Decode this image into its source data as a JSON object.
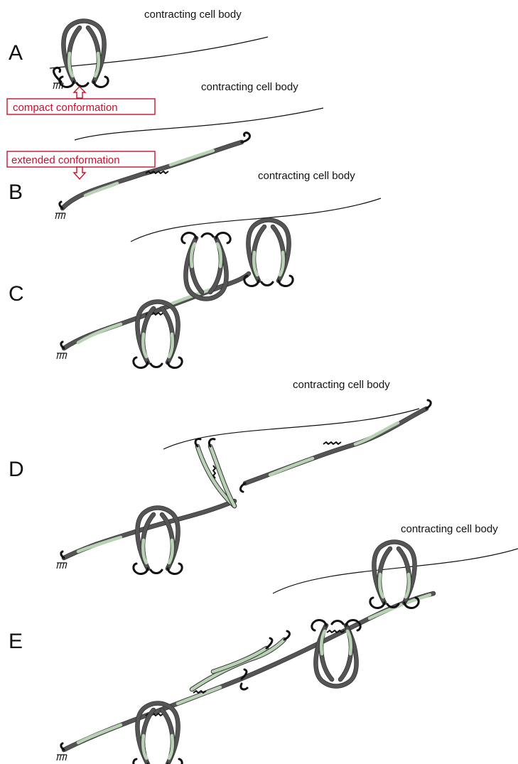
{
  "panels": [
    {
      "letter": "A",
      "cell_label": "contracting cell body"
    },
    {
      "letter": "B",
      "cell_label": "contracting cell body"
    },
    {
      "letter": "C",
      "cell_label": "contracting cell body"
    },
    {
      "letter": "D",
      "cell_label": "contracting cell body"
    },
    {
      "letter": "E",
      "cell_label": "contracting cell body"
    }
  ],
  "callouts": {
    "compact": "compact conformation",
    "extended": "extended conformation"
  },
  "colors": {
    "callout": "#c8102e",
    "rod_dark": "#555555",
    "rod_light": "#b9d1b4"
  }
}
